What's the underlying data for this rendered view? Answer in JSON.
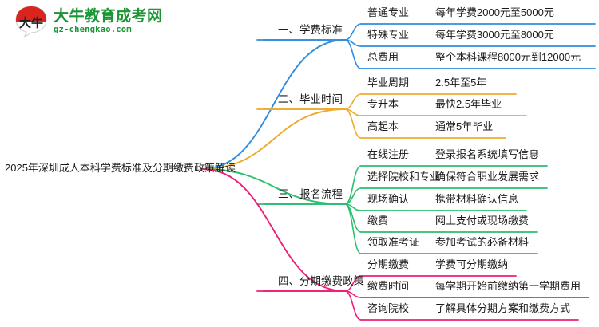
{
  "logo": {
    "mark_text": "大牛",
    "title": "大牛教育成考网",
    "subtitle": "gz-chengkao.com",
    "brand_green": "#1a9434",
    "brand_red": "#d9251d"
  },
  "mindmap": {
    "center": "2025年深圳成人本科学费标准及分期缴费政策解读",
    "branches": [
      {
        "label": "一、学费标准",
        "color": "#2f8ee0",
        "items": [
          {
            "label": "普通专业",
            "value": "每年学费2000元至5000元"
          },
          {
            "label": "特殊专业",
            "value": "每年学费3000元至8000元"
          },
          {
            "label": "总费用",
            "value": "整个本科课程8000元到12000元"
          }
        ]
      },
      {
        "label": "二、毕业时间",
        "color": "#edab2d",
        "items": [
          {
            "label": "毕业周期",
            "value": "2.5年至5年"
          },
          {
            "label": "专升本",
            "value": "最快2.5年毕业"
          },
          {
            "label": "高起本",
            "value": "通常5年毕业"
          }
        ]
      },
      {
        "label": "三、报名流程",
        "color": "#2bbf6e",
        "items": [
          {
            "label": "在线注册",
            "value": "登录报名系统填写信息"
          },
          {
            "label": "选择院校和专业",
            "value": "确保符合职业发展需求"
          },
          {
            "label": "现场确认",
            "value": "携带材料确认信息"
          },
          {
            "label": "缴费",
            "value": "网上支付或现场缴费"
          },
          {
            "label": "领取准考证",
            "value": "参加考试的必备材料"
          }
        ]
      },
      {
        "label": "四、分期缴费政策",
        "color": "#ee1e79",
        "items": [
          {
            "label": "分期缴费",
            "value": "学费可分期缴纳"
          },
          {
            "label": "缴费时间",
            "value": "每学期开始前缴纳第一学期费用"
          },
          {
            "label": "咨询院校",
            "value": "了解具体分期方案和缴费方式"
          }
        ]
      }
    ]
  }
}
